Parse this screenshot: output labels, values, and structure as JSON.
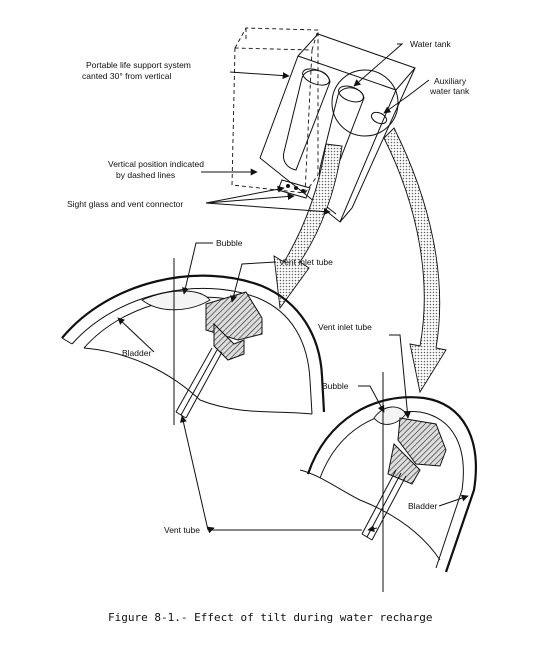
{
  "labels": {
    "water_tank": "Water tank",
    "auxiliary_line1": "Auxiliary",
    "auxiliary_line2": "water tank",
    "plss_line1": "Portable life support system",
    "plss_line2": "canted 30° from vertical",
    "vertical_line1": "Vertical position indicated",
    "vertical_line2": "by dashed lines",
    "sight_glass": "Sight glass and vent connector",
    "bubble": "Bubble",
    "vent_inlet_tube": "Vent inlet tube",
    "bladder": "Bladder",
    "vent_tube": "Vent tube"
  },
  "caption": "Figure 8-1.- Effect of tilt during water recharge",
  "colors": {
    "ink": "#111111",
    "paper": "#ffffff",
    "stipple": "#888888"
  }
}
